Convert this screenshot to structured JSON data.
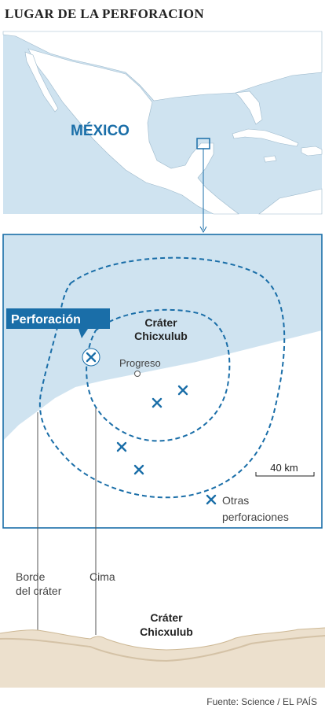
{
  "title": "LUGAR DE LA PERFORACION",
  "overview_map": {
    "country_label": "MÉXICO"
  },
  "detail_map": {
    "callout_label": "Perforación",
    "crater_label_line1": "Cráter",
    "crater_label_line2": "Chicxulub",
    "town_label": "Progreso",
    "scale_label": "40 km",
    "legend_line1": "Otras",
    "legend_line2": "perforaciones"
  },
  "cross_section": {
    "rim_label_line1": "Borde",
    "rim_label_line2": "del cráter",
    "peak_label": "Cima",
    "crater_label_line1": "Cráter",
    "crater_label_line2": "Chicxulub"
  },
  "source": "Fuente: Science / EL PAÍS",
  "colors": {
    "sea": "#cfe3f0",
    "land": "#ffffff",
    "accent": "#1a6ea8",
    "ground": "#ece0cd",
    "ground_dark": "#d4c2a6",
    "text": "#222222"
  }
}
